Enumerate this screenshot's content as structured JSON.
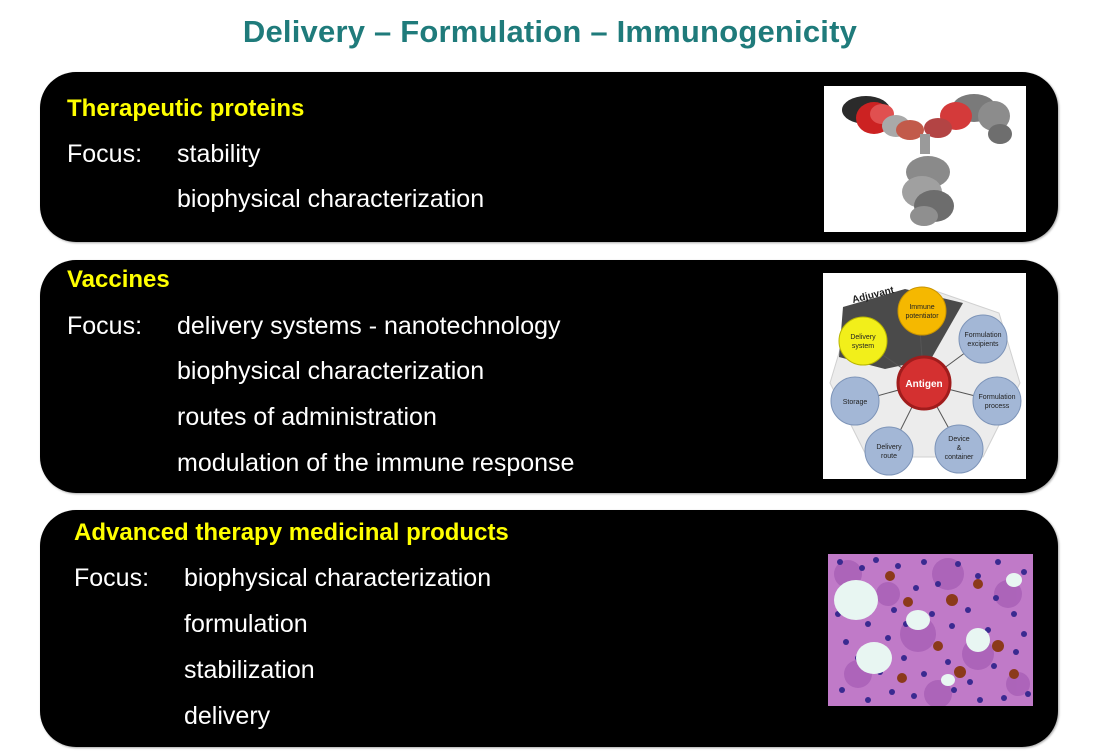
{
  "title": "Delivery – Formulation – Immunogenicity",
  "focus_label": "Focus:",
  "sections": [
    {
      "heading": "Therapeutic proteins",
      "items": [
        "stability",
        "biophysical characterization"
      ]
    },
    {
      "heading": "Vaccines",
      "items": [
        "delivery systems - nanotechnology",
        "biophysical characterization",
        "routes of administration",
        "modulation of the immune response"
      ]
    },
    {
      "heading": "Advanced therapy medicinal products",
      "items": [
        "biophysical characterization",
        "formulation",
        "stabilization",
        "delivery"
      ]
    }
  ],
  "diagram": {
    "outer_label": "Adjuvant",
    "center": "Antigen",
    "nodes": {
      "immune_potentiator": [
        "Immune",
        "potentiator"
      ],
      "delivery_system": [
        "Delivery",
        "system"
      ],
      "formulation_excipients": [
        "Formulation",
        "excipients"
      ],
      "formulation_process": [
        "Formulation",
        "process"
      ],
      "device_container": [
        "Device",
        "&",
        "container"
      ],
      "delivery_route": [
        "Delivery",
        "route"
      ],
      "storage": [
        "Storage"
      ]
    }
  },
  "colors": {
    "title": "#1f7b7b",
    "heading": "#ffff00",
    "panel_bg": "#000000",
    "text": "#ffffff"
  }
}
